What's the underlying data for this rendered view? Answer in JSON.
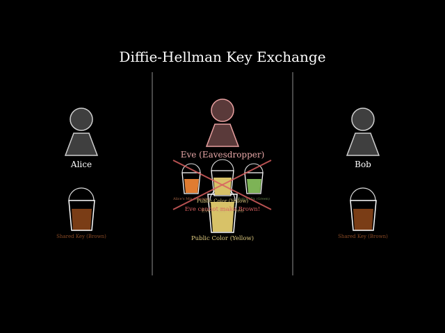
{
  "title": "Diffie-Hellman Key Exchange",
  "alice": {
    "label": "Alice",
    "key_label": "Shared Key (Brown)"
  },
  "bob": {
    "label": "Bob",
    "key_label": "Shared Key (Brown)"
  },
  "eve": {
    "label": "Eve (Eavesdropper)",
    "sent_left_label": "Alice's Mix (Orange)",
    "sent_right_label": "Bob's Mix (Green)",
    "public_small_label": "Public Color (Yellow)",
    "failure_note": "Eve cannot make Brown!",
    "overlap_fragment": "Eve's Mix: Green"
  },
  "public": {
    "label": "Public Color (Yellow)"
  },
  "colors": {
    "background": "#000000",
    "brown": "#7a3d16",
    "brown_label": "#8a4a25",
    "orange": "#e07c31",
    "green": "#7db356",
    "yellow": "#d8c268",
    "eve_fill": "#5a3a3a",
    "eve_stroke": "#e8a0a0",
    "eve_label": "#e8a8a8",
    "cross": "#d86060",
    "person_fill": "#3f3f3f",
    "person_stroke": "#cfcfcf",
    "divider": "#777777"
  }
}
